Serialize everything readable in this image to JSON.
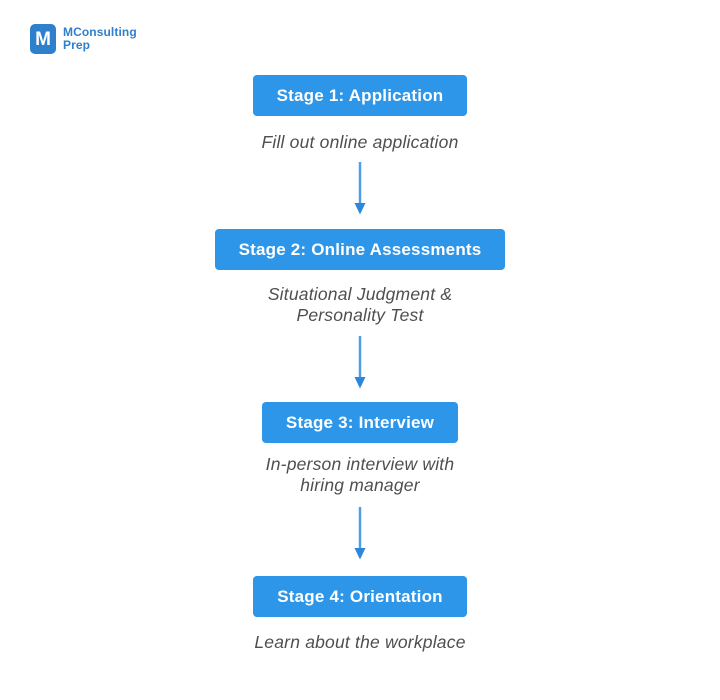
{
  "logo": {
    "icon_letter": "M",
    "line1": "MConsulting",
    "line2": "Prep"
  },
  "colors": {
    "button_blue": "#2D96E8",
    "logo_blue": "#2E7FCC",
    "subtitle_gray": "#4F4F4F",
    "arrow_line_blue": "#4D9FE8",
    "arrow_head_blue": "#2B87DC"
  },
  "stages": [
    {
      "title": "Stage 1: Application",
      "subtitle": "Fill out online application"
    },
    {
      "title": "Stage 2: Online Assessments",
      "subtitle": "Situational Judgment &\nPersonality Test"
    },
    {
      "title": "Stage 3: Interview",
      "subtitle": "In-person interview with\nhiring manager"
    },
    {
      "title": "Stage 4: Orientation",
      "subtitle": "Learn about the workplace"
    }
  ]
}
